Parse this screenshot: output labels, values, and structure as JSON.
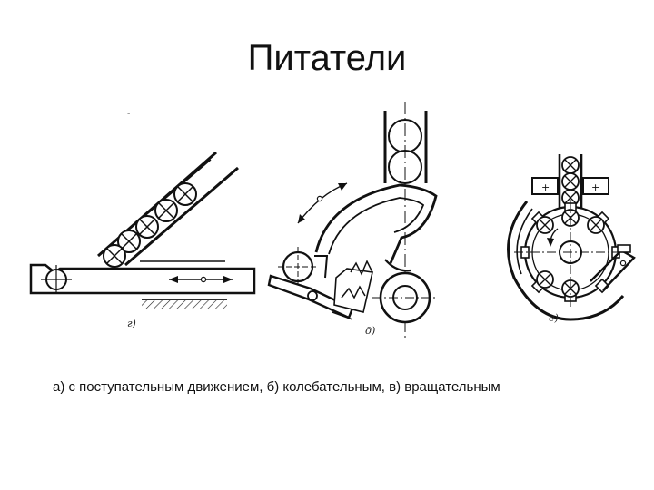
{
  "slide": {
    "title": "Питатели",
    "caption": "а) с поступательным движением, б) колебательным, в) вращательным"
  },
  "figures": [
    {
      "label": "г)",
      "icon": "linear-feeder-drawing"
    },
    {
      "label": "д)",
      "icon": "oscillating-feeder-drawing"
    },
    {
      "label": "е)",
      "icon": "rotary-feeder-drawing"
    }
  ]
}
